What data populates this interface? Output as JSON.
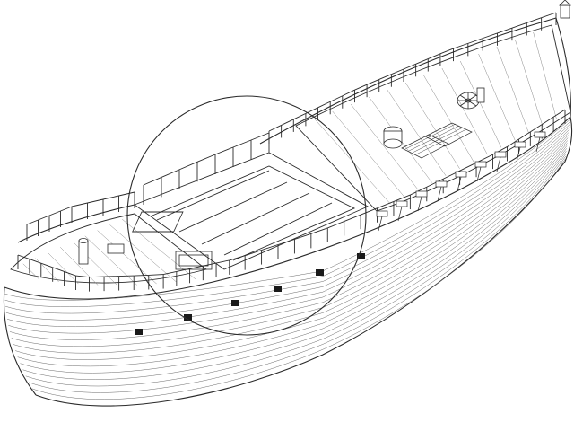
{
  "drawing": {
    "subject": "",
    "colors": {
      "background": "#ffffff",
      "line": "#2a2a2a",
      "light_line": "#6a6a6a",
      "fill_dark": "#1a1a1a"
    },
    "icons": [
      "ship-hull",
      "deck-planking",
      "railing-stanchions",
      "gun-ports",
      "ships-wheel",
      "capstan",
      "deck-hatch-grates",
      "magnifier-circle"
    ],
    "highlight": {
      "shape": "circle",
      "label": ""
    }
  }
}
